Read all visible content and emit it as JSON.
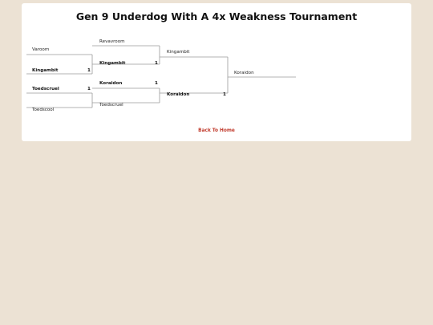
{
  "title": "Gen 9 Underdog With A 4x Weakness Tournament",
  "rounds": [
    {
      "matches": [
        {
          "top": {
            "name": "Varoom",
            "score": ""
          },
          "bottom": {
            "name": "Kingambit",
            "score": "1"
          }
        },
        {
          "top": {
            "name": "Toedscruel",
            "score": "1"
          },
          "bottom": {
            "name": "Toedscool",
            "score": ""
          }
        }
      ]
    },
    {
      "matches": [
        {
          "top": {
            "name": "Revavroom",
            "score": ""
          },
          "bottom": {
            "name": "Kingambit",
            "score": "1"
          }
        },
        {
          "top": {
            "name": "Koraidon",
            "score": "1"
          },
          "bottom": {
            "name": "Toedscruel",
            "score": ""
          }
        }
      ]
    },
    {
      "matches": [
        {
          "top": {
            "name": "Kingambit",
            "score": ""
          },
          "bottom": {
            "name": "Koraidon",
            "score": "1"
          }
        }
      ]
    }
  ],
  "champion": "Koraidon",
  "back_link": "Back To Home",
  "colors": {
    "line": "#9a9a9a",
    "link": "#c0392b",
    "background": "#ece2d4",
    "panel": "#ffffff"
  }
}
